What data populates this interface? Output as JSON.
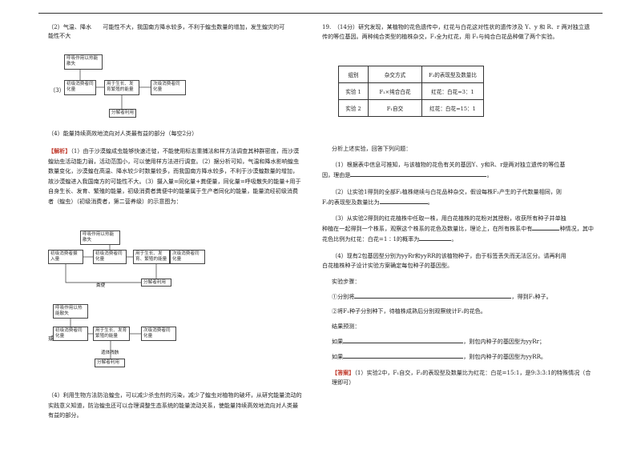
{
  "left": {
    "q2": "（2）气温、降水　　可能性不大，我国南方降水较多，不利于蝗虫数量的增加，发生蝗灾的可",
    "q2_cont": "能性不大",
    "q3_label": "（3）",
    "d1": {
      "top": "呼吸作用以热能散失",
      "primary": "初级消费者同化量",
      "growth": "用于生长、发育繁殖的能量",
      "secondary": "次级消费者同化量",
      "decomp": "分解者利用"
    },
    "q4": "（4）能量持续高效地流向对人类最有益的部分（每空2分）",
    "jiexi_tag": "【解析】",
    "jiexi": "（1）由于沙漠蝗成虫能够快速迁徙，不能使用标志重捕法和样方法调查其种群密度，而沙漠蝗幼虫活动能力弱，活动范围小，可以使用样方法进行调查。（2）据分析可知，气温和降水影响蝗虫数量变化，沙漠蝗在高温、降水较少时数量较多，而我国南方降水较多，不利于沙漠蝗数量的增加，故沙漠蝗进入我国南方的可能性不大。（3）摄入量=同化量+粪便量，同化量=呼吸散失的能量+用于自身生长、发育、繁殖的能量，初级消费者粪便中的能量属于生产者同化的能量，能量流经初级消费者（蝗虫）（初级消费者，第二营养级）的示意图为：",
    "d2": {
      "top": "呼吸作用以热能散失",
      "primary": "初级消费者摄入量",
      "tonghua": "初级消费者同化量",
      "growth": "用于生长、发育、繁殖的能量",
      "secondary": "次级消费者同化量",
      "decomp": "分解者利用",
      "feces": "粪便"
    },
    "or_label": "或",
    "d3": {
      "top": "呼吸作用以热能散失",
      "primary": "初级消费者同化量",
      "growth": "用于生长、发育繁殖的能量",
      "secondary": "次级消费者同化量",
      "mid": "遗体残骸",
      "decomp": "分解者利用"
    },
    "q4_exp": "（4）利用生物方法防治蝗虫，可以减少杀虫剂的污染，减少了蝗虫对植物的破坏，从研究能量流动的实践意义知道，防治蝗虫还可以合理调整生态系统的能量流动关系，使能量持续高效地流向对人类最有益的部分。"
  },
  "right": {
    "q19": "19.　（14分）研究发现，某植物的花色遗传中，红花与白花这对性状的遗传涉及 Y、y 和 R、r 两对独立遗传的等位基因。两种纯合类型的植株杂交，F₁全为红花，用 F₁与纯合白花品种做了两个实验。",
    "table": {
      "headers": [
        "组别",
        "杂交方式",
        "F₂的表现型及数量比"
      ],
      "rows": [
        [
          "实验 1",
          "F₁×纯合白花",
          "红花：白花=3：1"
        ],
        [
          "实验 2",
          "F₁自交",
          "红花：白花=15：1"
        ]
      ]
    },
    "analysis": "分析上述实验，回答下列问题：",
    "s1a": "（1）根据表中信息可推知，与该植物的花色有关的基因Y、y和R、r是两对独立遗传的等位基",
    "s1b": "因，理由是",
    "s2a": "（2）让实验1得到的全部F₂植株继续与白花品种杂交，假设每株F₂产生的子代数量相同，则",
    "s2b": "F₃的表现型及数量比为",
    "s3a": "（3）从实验2得到的红花植株中任取一株，用白花植株的花粉对其授粉，收获所有种子并单独",
    "s3b": "种植在一起得到一个株系，观察这个株系的花色及数量比，理论上，在所有株系中有",
    "s3b2": "种情况，其中",
    "s3c": "花色比例为红花：白花=1∶1的概率为",
    "s4a": "（4）现有2包基因型分别为yyRr和yyRR的该植物种子，由于标签丢失而无法区分。请再利用",
    "s4b": "白花植株种子设计实验方案确定每包种子的基因型。",
    "steps": "实验步骤：",
    "step1a": "①分别将",
    "step1b": "，得到F₁种子。",
    "step2": "②将F₁种子分别种下，待植株成熟后分别观察统计F₁的花色。",
    "predict": "结果预测：",
    "r1a": "如果",
    "r1b": "，则包内种子的基因型为yyRr；",
    "r2a": "如果",
    "r2b": "，则包内种子的基因型为yyRR。",
    "ans_tag": "【答案】",
    "ans": "（1）实验2中，F₁自交，F₂的表现型及数量比为红花：白花=15:1，是9:3:3:1的特殊情况（合理即可）"
  }
}
